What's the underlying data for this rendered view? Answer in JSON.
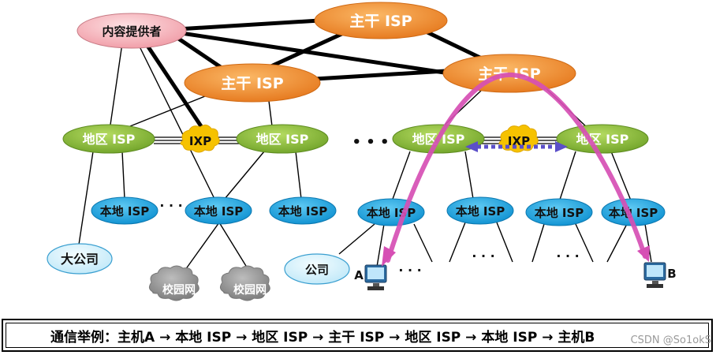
{
  "nodes": {
    "content_provider": "内容提供者",
    "backbone": "主干 ISP",
    "regional": "地区 ISP",
    "ixp": "IXP",
    "local": "本地 ISP",
    "big_company": "大公司",
    "company": "公司",
    "campus": "校园网"
  },
  "ellipsis": {
    "dots_big": "• • •",
    "dots_small": "· · ·"
  },
  "hosts": {
    "a": "A",
    "b": "B"
  },
  "caption": "通信举例：主机A → 本地 ISP → 地区 ISP → 主干 ISP → 地区 ISP → 本地 ISP → 主机B",
  "watermark": "CSDN @So1okS",
  "colors": {
    "backbone": "#f08a2a",
    "regional": "#8cbf3c",
    "local": "#19a6e0",
    "content_provider": "#f5b6bd",
    "company": "#cdeefa",
    "ixp": "#f6c200",
    "path": "#d64fb4",
    "ixp_link": "#5b4fc9"
  }
}
